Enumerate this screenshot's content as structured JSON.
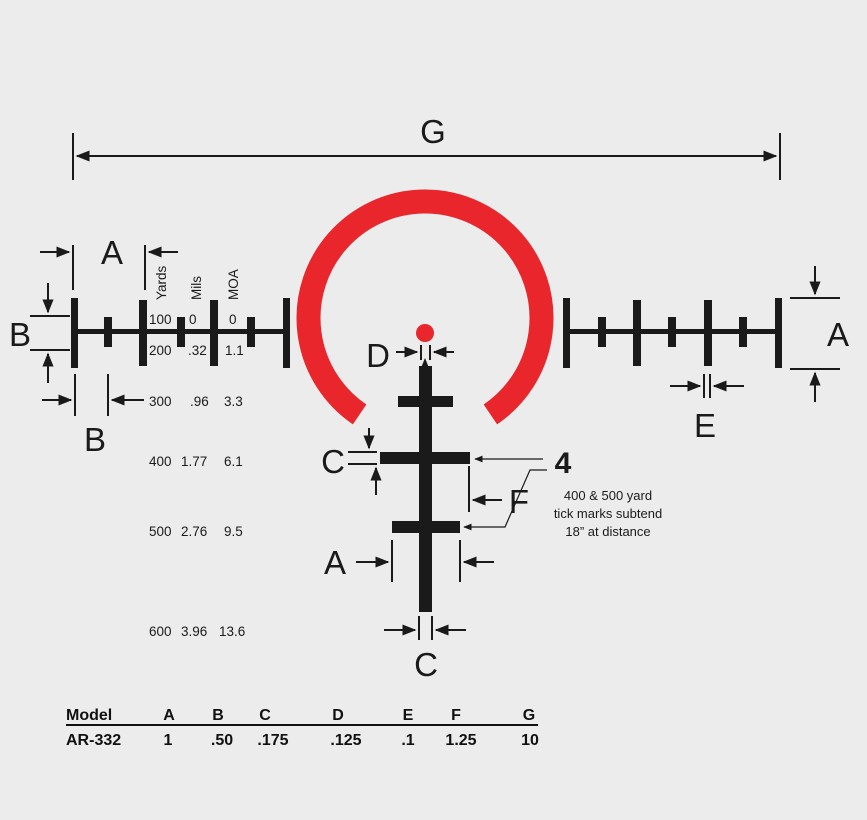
{
  "labels": {
    "G": "G",
    "A_left": "A",
    "B_left": "B",
    "B_bottom": "B",
    "A_right": "A",
    "E": "E",
    "D": "D",
    "C_upper": "C",
    "F": "F",
    "A_center": "A",
    "C_lower": "C",
    "four": "4"
  },
  "column_headers": {
    "yards": "Yards",
    "mils": "Mils",
    "moa": "MOA"
  },
  "range_rows": [
    {
      "yards": "100",
      "mils": "0",
      "moa": "0"
    },
    {
      "yards": "200",
      "mils": ".32",
      "moa": "1.1"
    },
    {
      "yards": "300",
      "mils": ".96",
      "moa": "3.3"
    },
    {
      "yards": "400",
      "mils": "1.77",
      "moa": "6.1"
    },
    {
      "yards": "500",
      "mils": "2.76",
      "moa": "9.5"
    },
    {
      "yards": "600",
      "mils": "3.96",
      "moa": "13.6"
    }
  ],
  "note": {
    "line1": "400 & 500 yard",
    "line2": "tick marks subtend",
    "line3": "18” at distance"
  },
  "spec_table": {
    "headers": [
      "Model",
      "A",
      "B",
      "C",
      "D",
      "E",
      "F",
      "G"
    ],
    "row": [
      "AR-332",
      "1",
      ".50",
      ".175",
      ".125",
      ".1",
      "1.25",
      "10"
    ]
  },
  "colors": {
    "ring": "#e8262b",
    "ink": "#1a1a1a",
    "background": "#ececec"
  }
}
